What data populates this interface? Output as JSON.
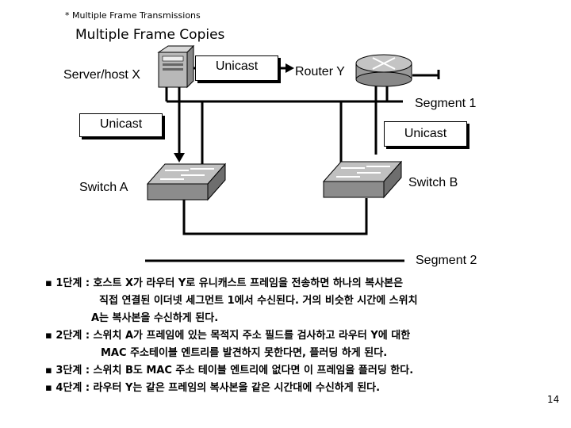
{
  "header": {
    "top_label": "* Multiple Frame Transmissions",
    "title": "Multiple Frame Copies"
  },
  "diagram": {
    "server_label": "Server/host X",
    "router_label": "Router Y",
    "unicast_top": "Unicast",
    "segment1_label": "Segment 1",
    "unicast_left": "Unicast",
    "unicast_right": "Unicast",
    "switch_a_label": "Switch A",
    "switch_b_label": "Switch B",
    "segment2_label": "Segment 2"
  },
  "steps": [
    {
      "bullet": "▪",
      "head": "1단계 : 호스트 X가 라우터 Y로 유니캐스트 프레임을 전송하면 하나의 복사본은",
      "cont": [
        "직접 연결된 이더넷 세그먼트 1에서 수신된다. 거의 비슷한 시간에 스위치",
        "A는 복사본을 수신하게 된다."
      ]
    },
    {
      "bullet": "▪",
      "head": "2단계 : 스위치 A가 프레임에 있는 목적지 주소 필드를 검사하고 라우터 Y에 대한",
      "cont": [
        "MAC 주소테이블 엔트리를 발견하지 못한다면, 플러딩 하게 된다."
      ]
    },
    {
      "bullet": "▪",
      "head": "3단계 : 스위치 B도 MAC 주소 테이블 엔트리에 없다면 이 프레임을 플러딩 한다.",
      "cont": []
    },
    {
      "bullet": "▪",
      "head": "4단계 : 라우터 Y는 같은 프레임의 복사본을 같은 시간대에 수신하게 된다.",
      "cont": []
    }
  ],
  "page_number": "14"
}
